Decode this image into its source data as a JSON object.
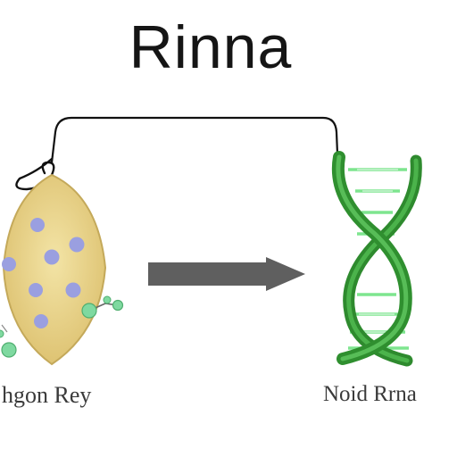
{
  "title": "Rinna",
  "left_label": "hgon Rey",
  "right_label": "Noid Rrna",
  "colors": {
    "title_text": "#151515",
    "label_text": "#3a3a3a",
    "cell_fill": "#e7d28a",
    "cell_outline": "#c4a95a",
    "dot_fill": "#9a9fe0",
    "molecule_green": "#7fd9a0",
    "arrow": "#5f5f5f",
    "connector": "#111111",
    "helix_green": "#3c9a3c",
    "helix_dark": "#2a7a2a",
    "rung_light": "#7ee58f"
  },
  "icons": {
    "cell": "cell-shape-icon",
    "arrow": "right-arrow-icon",
    "helix": "dna-helix-icon",
    "molecule": "molecule-icon"
  }
}
